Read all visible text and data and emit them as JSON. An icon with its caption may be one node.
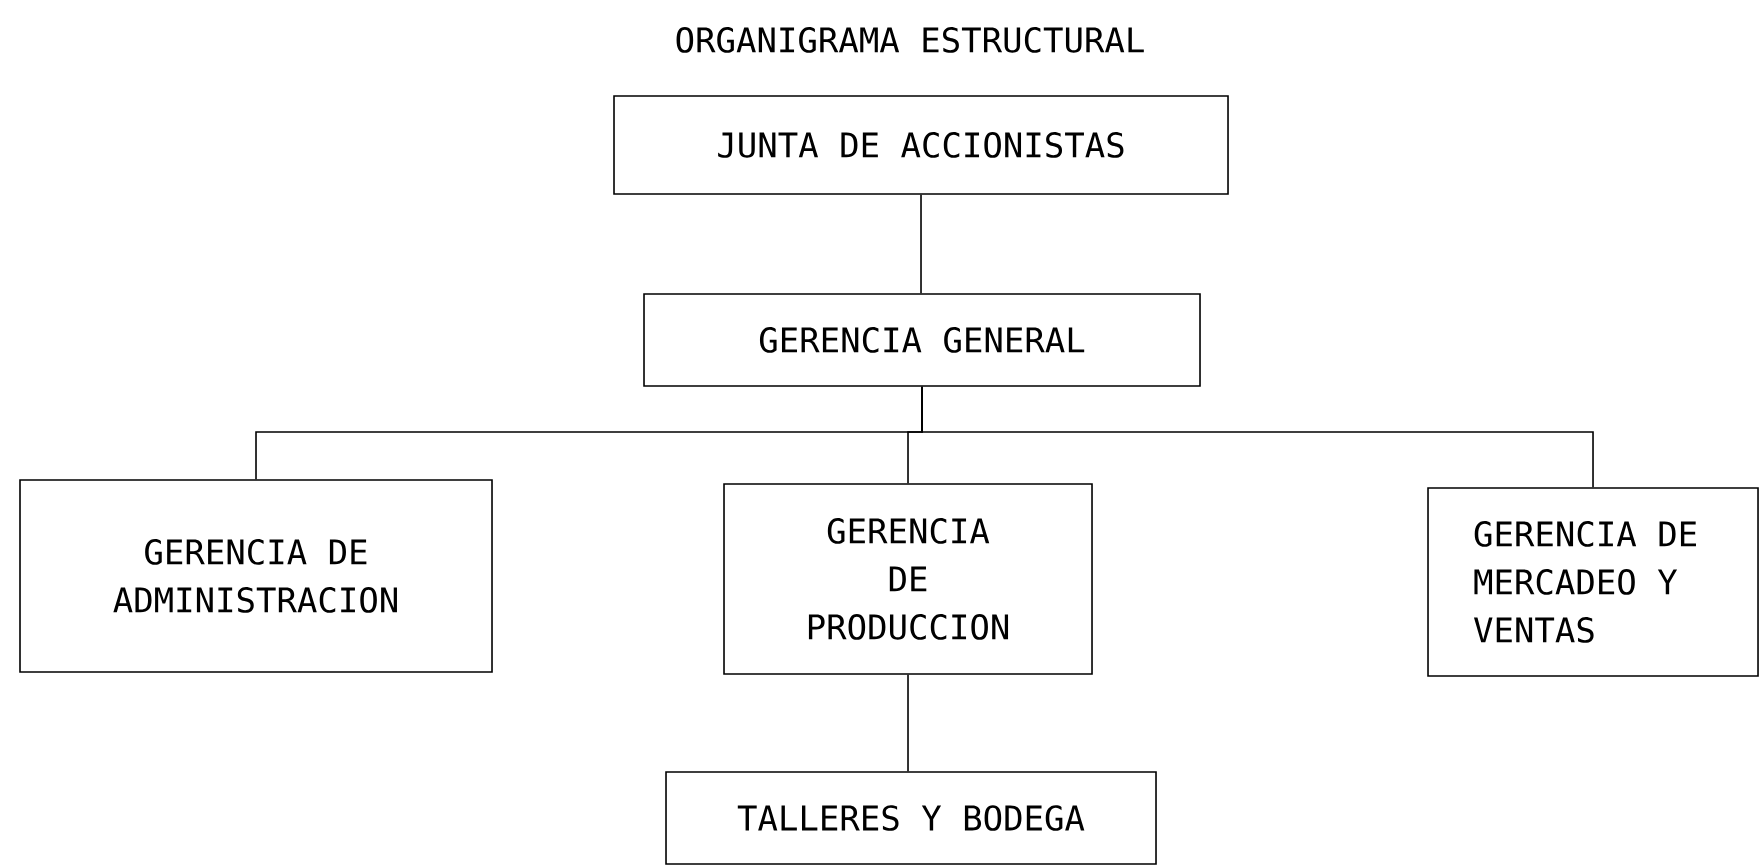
{
  "diagram": {
    "title": "ORGANIGRAMA ESTRUCTURAL",
    "nodes": [
      {
        "text": [
          "JUNTA DE ACCIONISTAS"
        ]
      },
      {
        "text": [
          "GERENCIA GENERAL"
        ]
      },
      {
        "text": [
          "GERENCIA DE ADMINISTRACION"
        ]
      },
      {
        "text": [
          "GERENCIA DE PRODUCCION"
        ]
      },
      {
        "text": [
          "GERENCIA DE MERCADEO Y VENTAS"
        ]
      },
      {
        "text": [
          "TALLERES Y BODEGA"
        ]
      }
    ],
    "edges": [
      {
        "from": 0,
        "to": 1,
        "arrow": "none"
      },
      {
        "from": 1,
        "to": 2,
        "arrow": "none"
      },
      {
        "from": 1,
        "to": 3,
        "arrow": "none"
      },
      {
        "from": 1,
        "to": 4,
        "arrow": "none"
      },
      {
        "from": 3,
        "to": 5,
        "arrow": "none"
      }
    ]
  }
}
